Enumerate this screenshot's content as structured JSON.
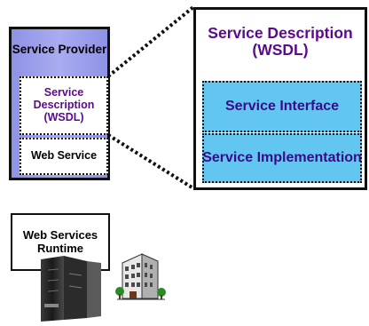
{
  "provider": {
    "title": "Service Provider"
  },
  "wsdl_small": {
    "label": "Service Description (WSDL)"
  },
  "web_service": {
    "label": "Web Service"
  },
  "runtime": {
    "label": "Web Services Runtime"
  },
  "wsdl_detail": {
    "title": "Service Description (WSDL)",
    "interface": "Service Interface",
    "implementation": "Service Implementation"
  },
  "colors": {
    "provider_fill": "#a9acf0",
    "wsdl_text": "#5a0a8a",
    "cyan_fill": "#62c6f0",
    "cyan_text": "#3a0a8a"
  },
  "icons": [
    "mainframe-server-icon",
    "office-building-icon"
  ]
}
